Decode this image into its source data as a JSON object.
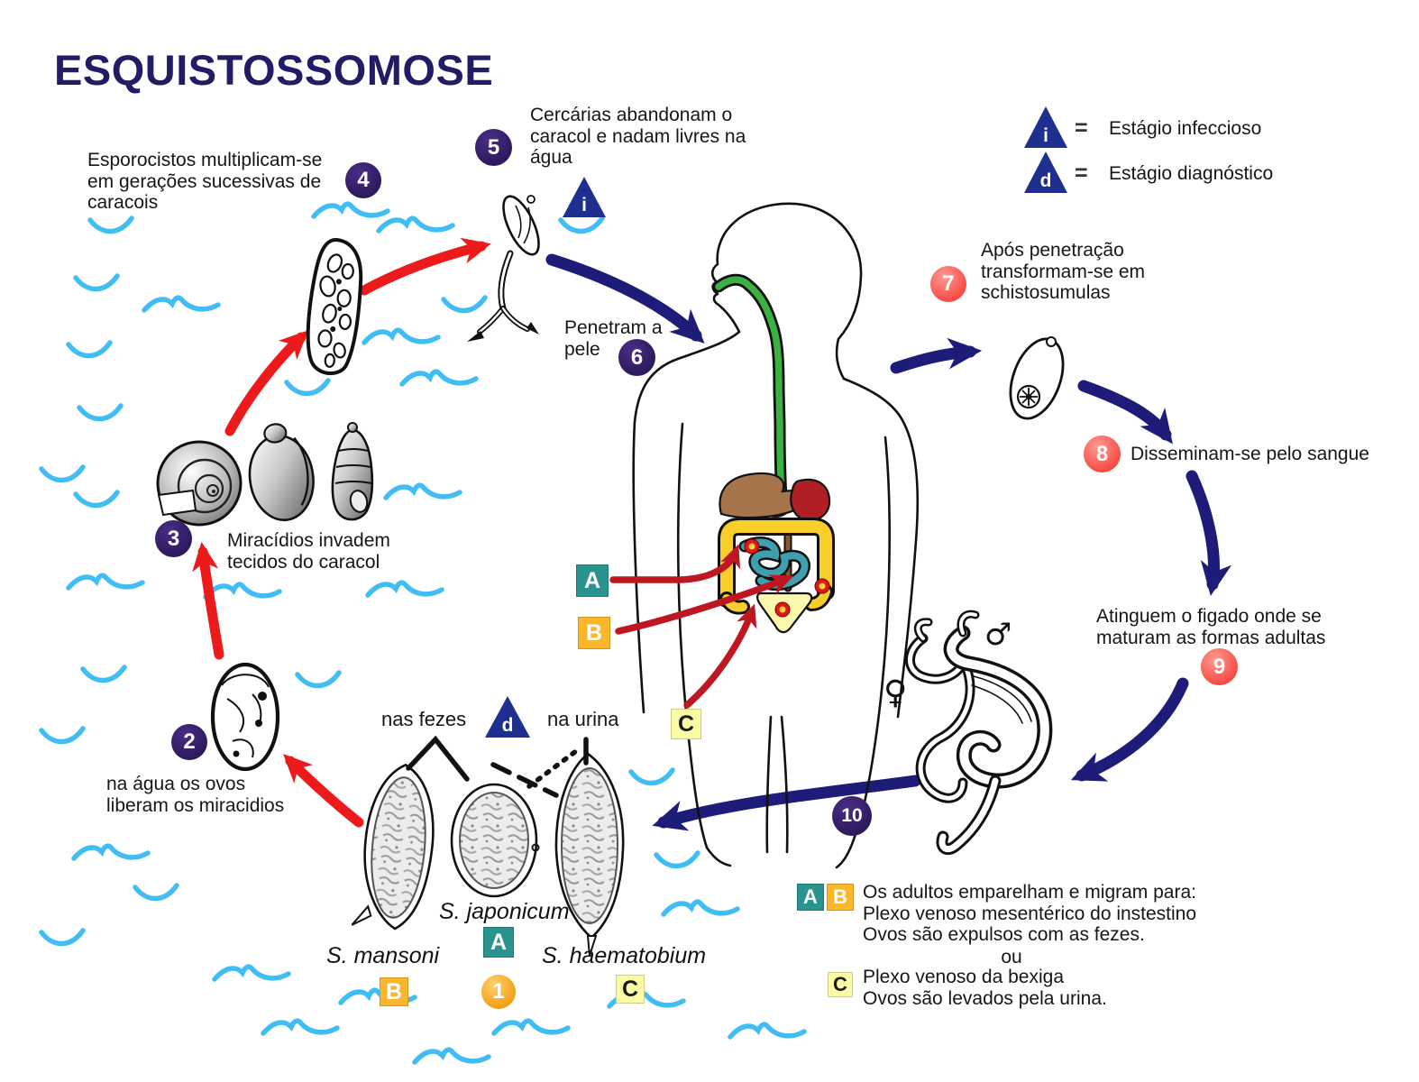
{
  "title": "ESQUISTOSSOMOSE",
  "legend": {
    "equals": "=",
    "infectious": {
      "symbol": "i",
      "label": "Estágio infeccioso"
    },
    "diagnostic": {
      "symbol": "d",
      "label": "Estágio diagnóstico"
    }
  },
  "steps": {
    "s1": {
      "num": "1"
    },
    "s2": {
      "num": "2",
      "text": "na água os ovos\nliberam os miracidios"
    },
    "s3": {
      "num": "3",
      "text": "Miracídios invadem\ntecidos do caracol"
    },
    "s4": {
      "num": "4",
      "text": "Esporocistos multiplicam-se\nem gerações sucessivas de\ncaracois"
    },
    "s5": {
      "num": "5",
      "text": "Cercárias abandonam o\ncaracol e nadam livres na\nágua"
    },
    "s6": {
      "num": "6",
      "text": "Penetram a\npele"
    },
    "s7": {
      "num": "7",
      "text": "Após penetração\ntransformam-se em\nschistosumulas"
    },
    "s8": {
      "num": "8",
      "text": "Disseminam-se pelo sangue"
    },
    "s9": {
      "num": "9",
      "text": "Atinguem o figado onde se\nmaturam as formas adultas"
    },
    "s10": {
      "num": "10"
    }
  },
  "markers": {
    "a": "A",
    "b": "B",
    "c": "C"
  },
  "species": {
    "mansoni": "S. mansoni",
    "japonicum": "S. japonicum",
    "haematobium": "S. haematobium"
  },
  "routes": {
    "feces": "nas fezes",
    "urine": "na urina"
  },
  "sex": {
    "male": "♂",
    "female": "♀"
  },
  "adult_note": {
    "para1": "Os adultos emparelham e migram para:\nPlexo venoso mesentérico do instestino\nOvos são expulsos com as fezes.",
    "or_word": "ou",
    "para2": "Plexo venoso da bexiga\nOvos são levados pela urina."
  },
  "colors": {
    "title": "#201d66",
    "navy_arrow": "#1d1c78",
    "red_arrow": "#ec1a1a",
    "dark_red_arrow": "#bf1722",
    "wave_blue": "#41bdf3",
    "step_purple": "#2d1a5e",
    "step_red": "#f74b44",
    "step_amber": "#f29d13",
    "marker_teal": "#2a938d",
    "marker_amber": "#fbb72b",
    "marker_pale_yellow": "#fbfaa5",
    "triangle_navy": "#1e2f8f",
    "esophagus_green": "#3cb143",
    "liver_brown": "#a5744a",
    "stomach_red": "#b01f24",
    "colon_yellow": "#f8ce2b",
    "intestine_teal": "#3f9fae",
    "bladder_yellow": "#fdf7ae"
  }
}
